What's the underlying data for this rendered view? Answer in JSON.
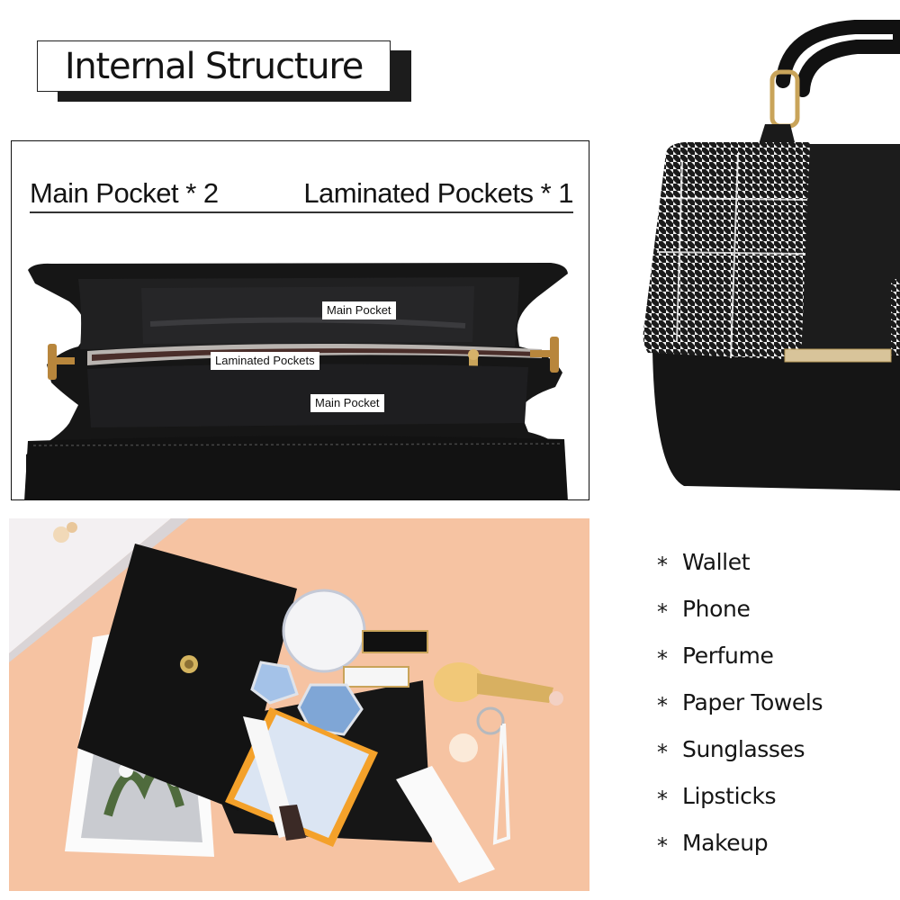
{
  "title": "Internal Structure",
  "structure": {
    "header_left": "Main Pocket * 2",
    "header_right": "Laminated Pockets * 1",
    "labels": {
      "main_pocket_top": "Main Pocket",
      "laminated": "Laminated Pockets",
      "main_pocket_bottom": "Main Pocket"
    }
  },
  "contents": {
    "bullet": "*",
    "items": [
      {
        "label": "Wallet"
      },
      {
        "label": "Phone"
      },
      {
        "label": "Perfume"
      },
      {
        "label": "Paper Towels"
      },
      {
        "label": "Sunglasses"
      },
      {
        "label": "Lipsticks"
      },
      {
        "label": "Makeup"
      }
    ]
  },
  "images": {
    "handbag": "black handbag with houndstooth plaid flap and gold hardware",
    "interior": "open bag interior showing two main pockets and zippered laminated pocket",
    "lifestyle": "open bag on peach background with phone, sunglasses, lipsticks, perfume, compact, sunscreen and keychain"
  },
  "colors": {
    "bag": "#141414",
    "gold": "#c9a45a",
    "zipper": "#4a2e2a",
    "background_peach": "#f6c5a6"
  }
}
